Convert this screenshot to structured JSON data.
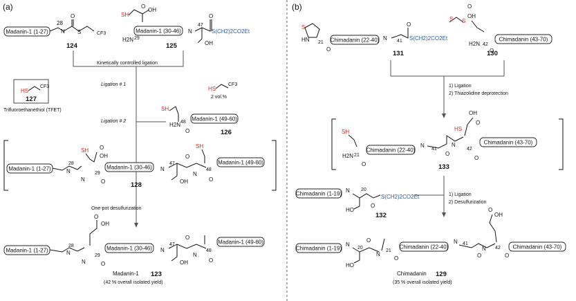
{
  "panel_a": {
    "label": "(a)",
    "c124": {
      "segment": "Madanin-1 (1-27)",
      "residue": "28",
      "nh": "N",
      "o": "O",
      "s": "S",
      "cf3": "CF3",
      "number": "124"
    },
    "c125": {
      "sh": "SH",
      "o": "O",
      "oh": "OH",
      "h2n": "H2N",
      "res29": "29",
      "segment": "Madanin-1 (30-46)",
      "nh": "N",
      "res47": "47",
      "o2": "O",
      "thioester": "S(CH2)2CO2Et",
      "oh2": "OH",
      "number": "125"
    },
    "kinetic_label": "Kinetically controlled ligation",
    "ligation1": "Ligation # 1",
    "tfet": {
      "sh": "HS",
      "cf3": "CF3",
      "number": "127",
      "name": "Trifluoroethanethiol (TFET)"
    },
    "tfet2": {
      "sh": "HS",
      "cf3": "CF3",
      "vol": "2 vol.%"
    },
    "ligation2": "Ligation # 2",
    "c126": {
      "sh": "SH",
      "h2n": "H2N",
      "res48": "48",
      "segment": "Madanin-1 (49-60)",
      "o": "O",
      "number": "126"
    },
    "c128": {
      "seg1": "Madanin-1 (1-27)",
      "res28": "28",
      "nh1": "N",
      "sh1": "SH",
      "oh1": "OH",
      "o1": "O",
      "nh2": "N",
      "res29": "29",
      "o2": "O",
      "seg2": "Madanin-1 (30-46)",
      "nh3": "N",
      "res47": "47",
      "o3": "O",
      "oh2": "OH",
      "nh4": "N",
      "sh2": "SH",
      "res48": "48",
      "o4": "O",
      "seg3": "Madanin-1 (49-60)",
      "number": "128"
    },
    "desulf": "One-pot desulfurization",
    "c123": {
      "seg1": "Madanin-1 (1-27)",
      "res28": "28",
      "nh1": "N",
      "oh1": "OH",
      "o1": "O",
      "nh2": "N",
      "res29": "29",
      "o2": "O",
      "seg2": "Madanin-1 (30-46)",
      "nh3": "N",
      "res47": "47",
      "o3": "O",
      "oh2": "OH",
      "nh4": "N",
      "res48": "48",
      "o4": "O",
      "seg3": "Madanin-1 (49-60)",
      "name": "Madanin-1",
      "number": "123",
      "yield": "(42 % overall isolated yield)"
    }
  },
  "panel_b": {
    "label": "(b)",
    "c131": {
      "s": "S",
      "hn": "HN",
      "res21": "21",
      "o1": "O",
      "segment": "Chimadanin (22-40)",
      "nh": "N",
      "res41": "41",
      "o2": "O",
      "thioester": "S(CH2)2CO2Et",
      "number": "131"
    },
    "c130": {
      "o": "O",
      "oh": "OH",
      "s1": "S",
      "s2": "S",
      "h2n": "H2N",
      "res42": "42",
      "o2": "O",
      "segment": "Chimadanin (43-70)",
      "number": "130"
    },
    "step1a": "1) Ligation",
    "step1b": "2) Thiazolidine deprotection",
    "c133": {
      "sh1": "SH",
      "h2n": "H2N",
      "res21": "21",
      "o1": "O",
      "seg1": "Chimadanin (22-40)",
      "nh1": "N",
      "res41": "41",
      "o2": "O",
      "nh2": "N",
      "oh": "OH",
      "o3": "O",
      "sh2": "HS",
      "res42": "42",
      "o4": "O",
      "seg2": "Chimadanin (43-70)",
      "number": "133"
    },
    "step2a": "1) Ligation",
    "step2b": "2) Desulfurization",
    "c132": {
      "segment": "Chimadanin (1-19)",
      "hn": "N",
      "res20": "20",
      "ho": "HO",
      "o": "O",
      "thioester": "S(CH2)2CO2Et",
      "number": "132"
    },
    "c129": {
      "seg1": "Chimadanin (1-19)",
      "hn": "N",
      "res20": "20",
      "ho": "HO",
      "o1": "O",
      "nh1": "N",
      "res21": "21",
      "o2": "O",
      "seg2": "Chimadanin (22-40)",
      "nh2": "N",
      "res41": "41",
      "o3": "O",
      "nh3": "N",
      "o4": "O",
      "oh": "OH",
      "res42": "42",
      "o5": "O",
      "seg3": "Chimadanin (43-70)",
      "name": "Chimadanin",
      "number": "129",
      "yield": "(35 % overall isolated yield)"
    }
  }
}
